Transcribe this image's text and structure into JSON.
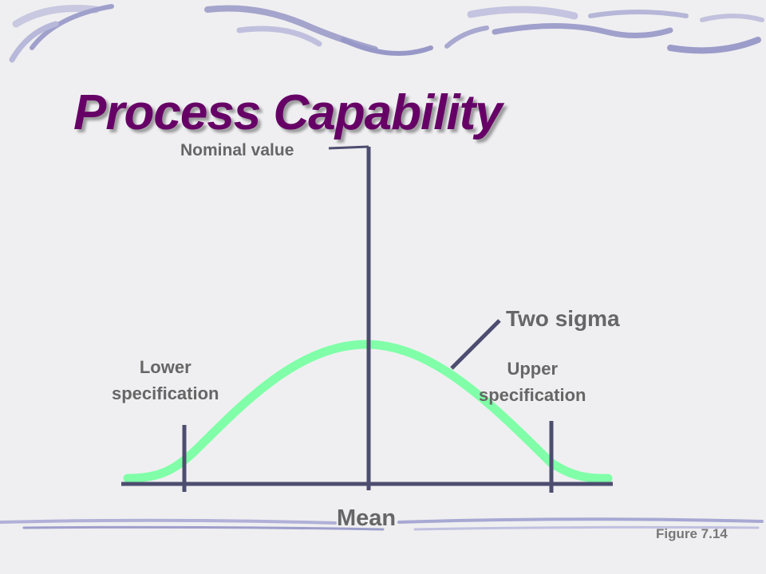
{
  "title": "Process Capability",
  "labels": {
    "nominal_value": "Nominal value",
    "two_sigma": "Two sigma",
    "lower_spec": [
      "Lower",
      "specification"
    ],
    "upper_spec": [
      "Upper",
      "specification"
    ],
    "mean": "Mean",
    "figure": "Figure 7.14"
  },
  "colors": {
    "title": "#660066",
    "curve": "#80ffa8",
    "axis": "#4d4d70",
    "label": "#666666",
    "decor": "#9a9ac8"
  }
}
